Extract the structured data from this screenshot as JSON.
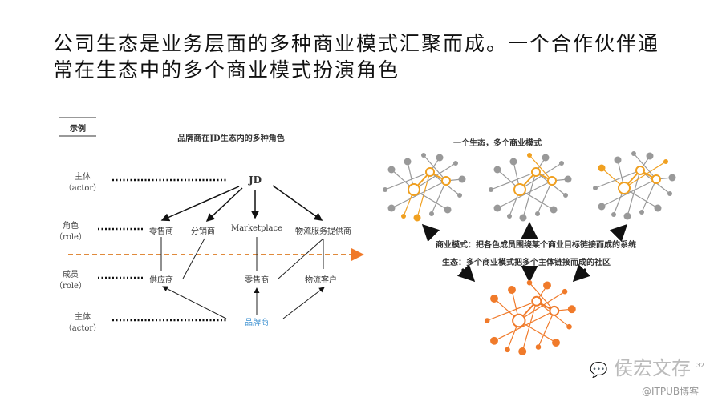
{
  "title": "公司生态是业务层面的多种商业模式汇聚而成。一个合作伙伴通常在生态中的多个商业模式扮演角色",
  "left": {
    "tag": "示例",
    "heading": "品牌商在JD生态内的多种角色",
    "rows": {
      "actor_top": {
        "cn": "主体",
        "en": "（actor）"
      },
      "role": {
        "cn": "角色",
        "en": "（role）"
      },
      "member": {
        "cn": "成员",
        "en": "（role）"
      },
      "actor_bottom": {
        "cn": "主体",
        "en": "（actor）"
      }
    },
    "jd": "JD",
    "roles": [
      "零售商",
      "分销商",
      "Marketplace",
      "物流服务提供商"
    ],
    "members": [
      "供应商",
      "零售商",
      "物流客户"
    ],
    "brand": "品牌商",
    "brand_color": "#3a8fd0",
    "divider_color": "#e08a3c"
  },
  "right": {
    "heading": "一个生态，多个商业模式",
    "line1": "商业模式：把各色成员围绕某个商业目标链接而成的系统",
    "line2": "生态：多个商业模式把多个主体链接而成的社区",
    "accent": "#f0a020",
    "ecosystem_color": "#f07a2a"
  },
  "footer": {
    "page_number": "32",
    "watermark": "侯宏文存",
    "source": "@ITPUB博客"
  }
}
